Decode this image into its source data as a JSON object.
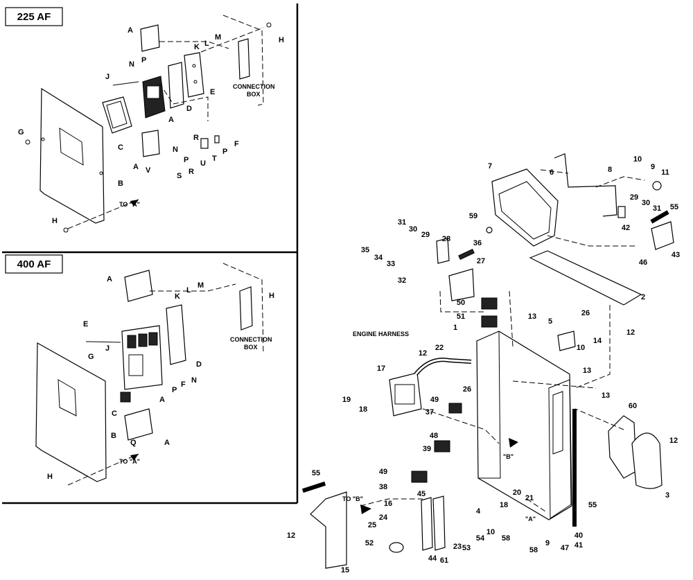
{
  "panels": {
    "af225": {
      "title": "225 AF",
      "connection_box_line1": "CONNECTION",
      "connection_box_line2": "BOX",
      "to_a": "TO \"A\"",
      "letters": [
        "A",
        "N",
        "P",
        "J",
        "K",
        "L",
        "M",
        "H",
        "E",
        "D",
        "A",
        "C",
        "G",
        "R",
        "N",
        "P",
        "A",
        "V",
        "S",
        "R",
        "U",
        "T",
        "P",
        "F",
        "B",
        "H"
      ]
    },
    "af400": {
      "title": "400 AF",
      "connection_box_line1": "CONNECTION",
      "connection_box_line2": "BOX",
      "to_a": "TO \"A\"",
      "letters": [
        "A",
        "K",
        "L",
        "M",
        "H",
        "E",
        "J",
        "G",
        "D",
        "F",
        "N",
        "P",
        "A",
        "C",
        "B",
        "Q",
        "A",
        "H"
      ]
    }
  },
  "main": {
    "engine_harness": "ENGINE HARNESS",
    "to_b": "TO \"B\"",
    "marker_b": "\"B\"",
    "marker_a": "\"A\"",
    "callouts": [
      "7",
      "6",
      "8",
      "10",
      "9",
      "11",
      "29",
      "30",
      "31",
      "55",
      "42",
      "43",
      "46",
      "59",
      "31",
      "30",
      "29",
      "35",
      "34",
      "33",
      "28",
      "36",
      "27",
      "32",
      "2",
      "26",
      "12",
      "50",
      "51",
      "13",
      "5",
      "10",
      "14",
      "1",
      "22",
      "12",
      "17",
      "13",
      "26",
      "19",
      "18",
      "49",
      "37",
      "13",
      "60",
      "12",
      "48",
      "39",
      "3",
      "49",
      "38",
      "45",
      "16",
      "4",
      "18",
      "20",
      "21",
      "55",
      "25",
      "24",
      "10",
      "58",
      "54",
      "53",
      "52",
      "44",
      "23",
      "61",
      "15",
      "12",
      "55",
      "9",
      "47",
      "58",
      "40",
      "41"
    ]
  }
}
